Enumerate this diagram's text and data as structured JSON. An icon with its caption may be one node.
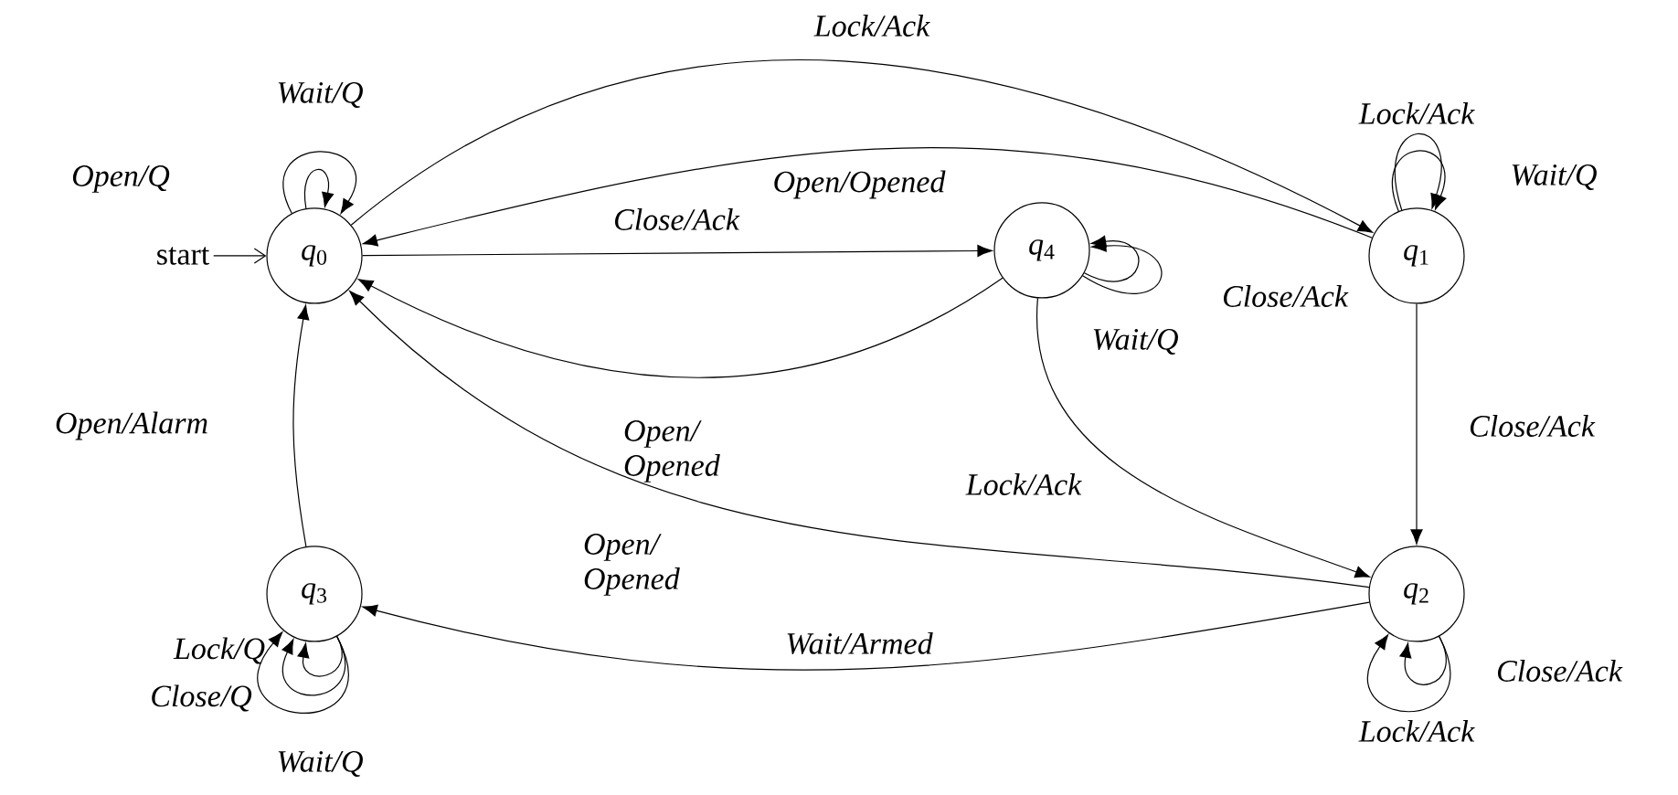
{
  "diagram": {
    "nodes": [
      {
        "text": [
          "start"
        ]
      },
      {
        "text": [
          "*q*$_{0}$"
        ]
      },
      {
        "text": [
          "*q*$_{4}$"
        ]
      },
      {
        "text": [
          "*q*$_{1}$"
        ]
      },
      {
        "text": [
          "*q*$_{3}$"
        ]
      },
      {
        "text": [
          "*q*$_{2}$"
        ]
      }
    ],
    "edges": [
      {
        "from": 0,
        "to": 1,
        "arrow": "to"
      },
      {
        "from": 1,
        "to": 1,
        "arrow": "to",
        "label": "Open/Q"
      },
      {
        "from": 1,
        "to": 1,
        "arrow": "to",
        "label": "Wait/Q"
      },
      {
        "from": 1,
        "to": 3,
        "arrow": "to",
        "label": "Lock/Ack"
      },
      {
        "from": 3,
        "to": 1,
        "arrow": "to",
        "label": "Open/Opened"
      },
      {
        "from": 1,
        "to": 2,
        "arrow": "to",
        "label": "Close/Ack"
      },
      {
        "from": 2,
        "to": 2,
        "arrow": "to",
        "label": "Close/Ack"
      },
      {
        "from": 2,
        "to": 2,
        "arrow": "to",
        "label": "Wait/Q"
      },
      {
        "from": 3,
        "to": 3,
        "arrow": "to",
        "label": "Lock/Ack"
      },
      {
        "from": 3,
        "to": 3,
        "arrow": "to",
        "label": "Wait/Q"
      },
      {
        "from": 2,
        "to": 1,
        "arrow": "to",
        "label": "Open/ Opened"
      },
      {
        "from": 2,
        "to": 5,
        "arrow": "to",
        "label": "Lock/Ack"
      },
      {
        "from": 3,
        "to": 5,
        "arrow": "to",
        "label": "Close/Ack"
      },
      {
        "from": 4,
        "to": 1,
        "arrow": "to",
        "label": "Open/Alarm"
      },
      {
        "from": 5,
        "to": 1,
        "arrow": "to",
        "label": "Open/ Opened"
      },
      {
        "from": 5,
        "to": 4,
        "arrow": "to",
        "label": "Wait/Armed"
      },
      {
        "from": 5,
        "to": 5,
        "arrow": "to",
        "label": "Close/Ack"
      },
      {
        "from": 5,
        "to": 5,
        "arrow": "to",
        "label": "Lock/Ack"
      },
      {
        "from": 4,
        "to": 4,
        "arrow": "to",
        "label": "Lock/Q"
      },
      {
        "from": 4,
        "to": 4,
        "arrow": "to",
        "label": "Close/Q"
      },
      {
        "from": 4,
        "to": 4,
        "arrow": "to",
        "label": "Wait/Q"
      }
    ]
  }
}
